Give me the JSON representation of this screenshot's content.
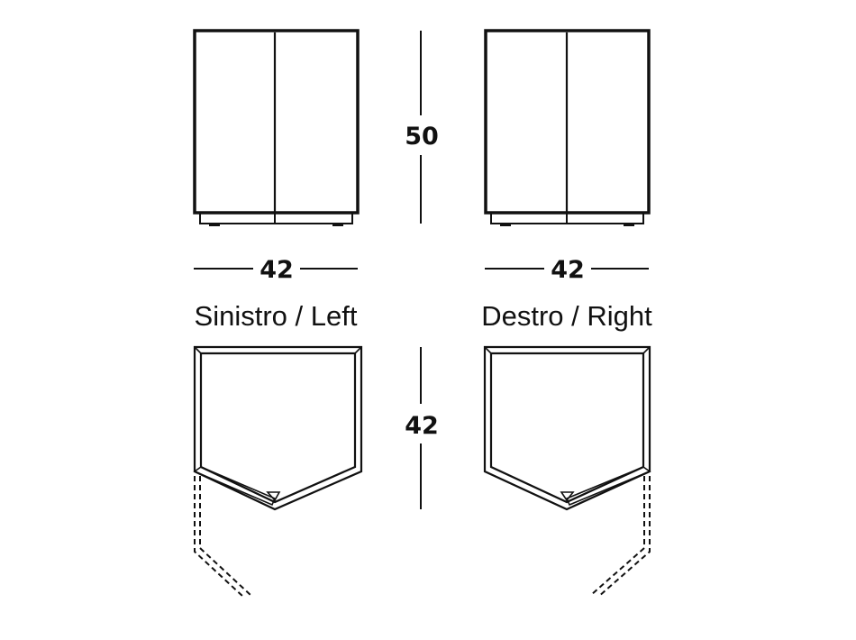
{
  "dimensions": {
    "left_width": "42",
    "right_width": "42",
    "height": "50",
    "depth": "42"
  },
  "variants": {
    "left_label": "Sinistro / Left",
    "right_label": "Destro / Right"
  }
}
